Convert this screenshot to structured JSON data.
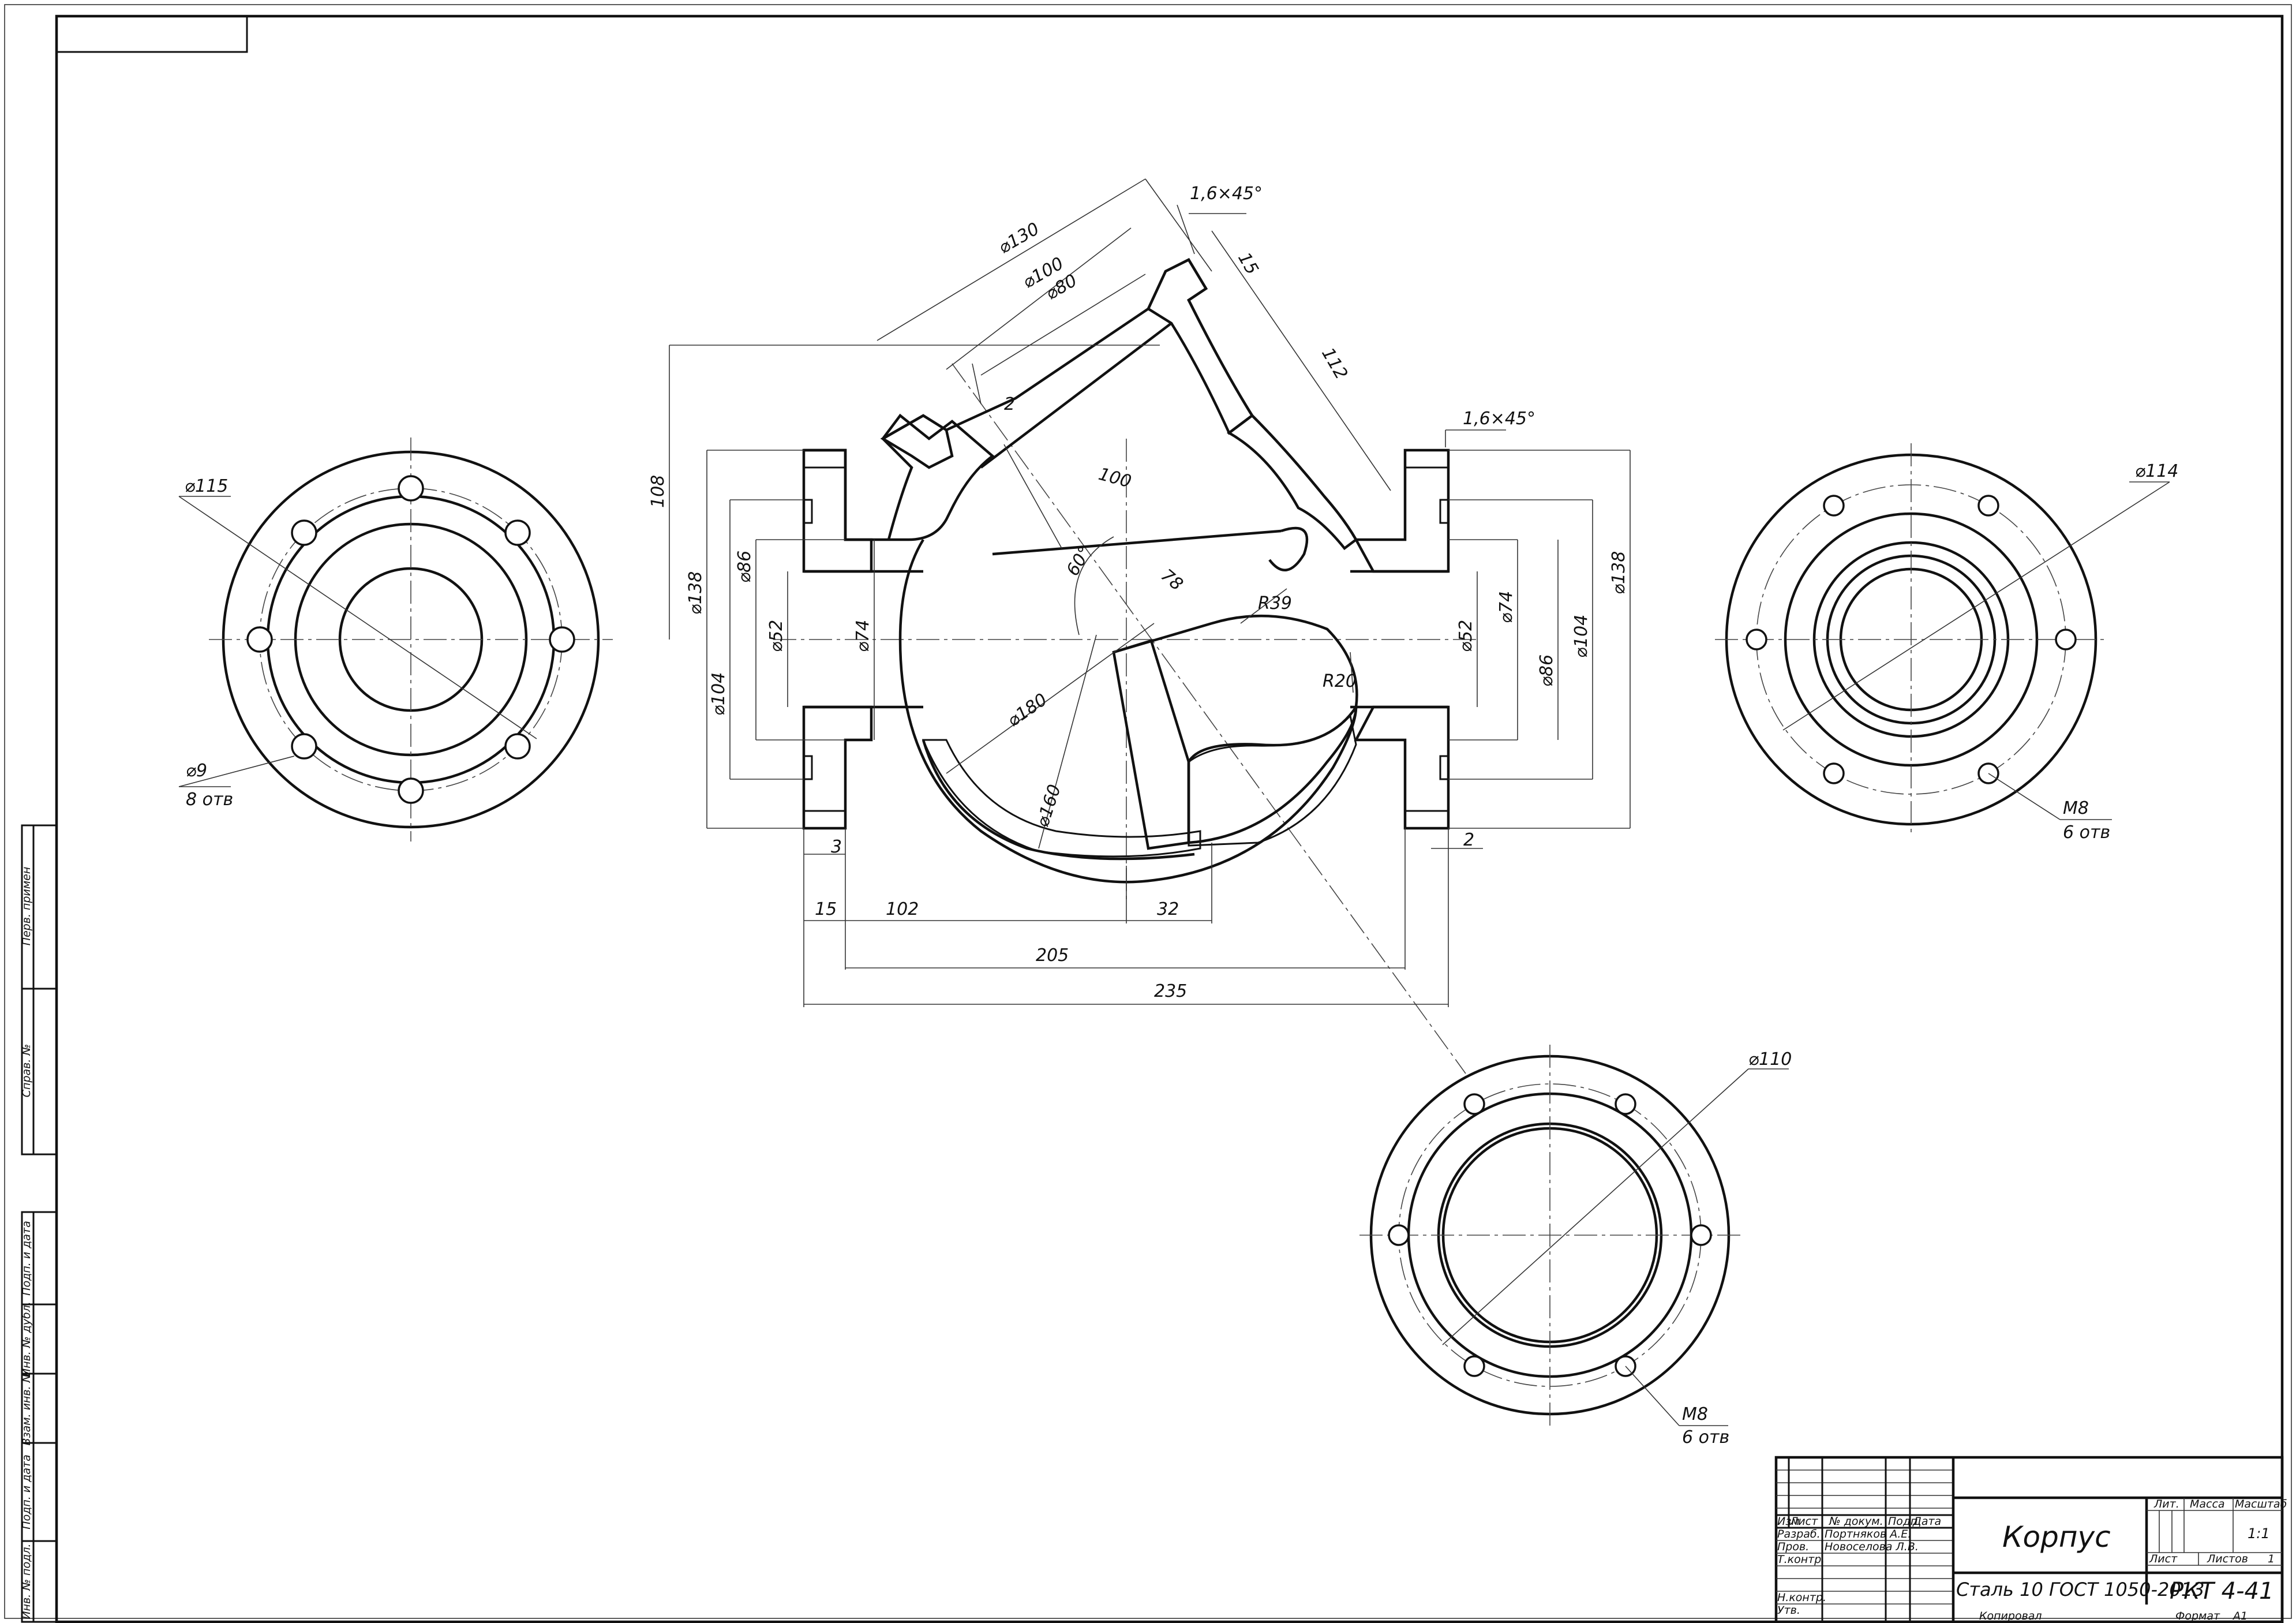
{
  "frame": {
    "corner_stamp": ""
  },
  "side_columns": [
    "Перв. примен",
    "Справ. №",
    "Подп. и дата",
    "Инв. № дубл.",
    "Взам. инв. №",
    "Подп. и дата",
    "Инв. № подл."
  ],
  "left_flange": {
    "outer_diameter": "⌀115",
    "hole_diameter": "⌀9",
    "hole_count": "8 отв"
  },
  "right_flange": {
    "outer_diameter": "⌀114",
    "thread": "M8",
    "hole_count": "6 отв"
  },
  "bottom_flange": {
    "outer_diameter": "⌀110",
    "thread": "M8",
    "hole_count": "6 отв"
  },
  "section": {
    "top_chamfer": "1,6×45°",
    "top_dia_130": "⌀130",
    "top_dia_100": "⌀100",
    "top_dia_80": "⌀80",
    "top_thickness": "15",
    "top_length": "112",
    "top_step": "2",
    "inner_100": "100",
    "inner_78": "78",
    "angle": "60°",
    "r39": "R39",
    "r20": "R20",
    "sphere_180": "⌀180",
    "sphere_160": "⌀160",
    "right_chamfer": "1,6×45°",
    "height_108": "108",
    "l_dia_138": "⌀138",
    "l_dia_104": "⌀104",
    "l_dia_86": "⌀86",
    "l_dia_52": "⌀52",
    "l_dia_74": "⌀74",
    "r_dia_52": "⌀52",
    "r_dia_74": "⌀74",
    "r_dia_86": "⌀86",
    "r_dia_104": "⌀104",
    "r_dia_138": "⌀138",
    "l_gap_3": "3",
    "r_gap_2": "2",
    "dim_15": "15",
    "dim_102": "102",
    "dim_32": "32",
    "dim_205": "205",
    "dim_235": "235"
  },
  "title_block": {
    "part_name": "Корпус",
    "material": "Сталь 10  ГОСТ 1050-2013",
    "doc_code": "РКТ 4-41",
    "col_izm": "Изм",
    "col_list": "Лист",
    "col_ndoc": "№ докум.",
    "col_podp": "Подп.",
    "col_data": "Дата",
    "row_razrab": "Разраб.",
    "row_prov": "Пров.",
    "row_tkontr": "Т.контр.",
    "row_nkontr": "Н.контр.",
    "row_utv": "Утв.",
    "razrab_name": "Портняков А.Е.",
    "prov_name": "Новоселова Л.В.",
    "lit_label": "Лит.",
    "massa_label": "Масса",
    "masshtab_label": "Масштаб",
    "scale_value": "1:1",
    "list_label": "Лист",
    "listov_label": "Листов",
    "listov_value": "1",
    "kopiroval": "Копировал",
    "format_label": "Формат",
    "format_value": "А1"
  }
}
